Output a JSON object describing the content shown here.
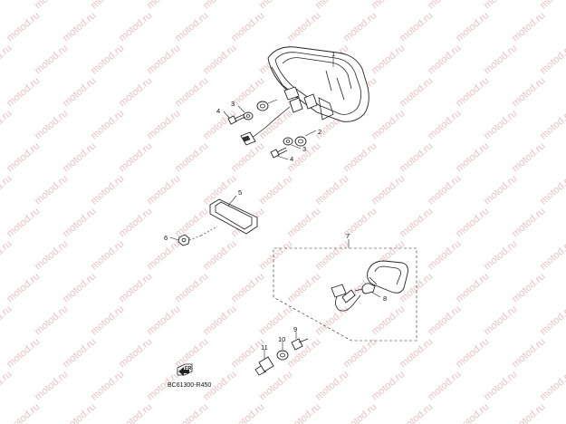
{
  "watermark": {
    "text": "motod.ru",
    "color": "#e7c3c3"
  },
  "callouts": [
    {
      "id": "callout-1",
      "label": "1"
    },
    {
      "id": "callout-2",
      "label": "2"
    },
    {
      "id": "callout-3a",
      "label": "3"
    },
    {
      "id": "callout-4a",
      "label": "4"
    },
    {
      "id": "callout-3b",
      "label": "3"
    },
    {
      "id": "callout-4b",
      "label": "4"
    },
    {
      "id": "callout-5",
      "label": "5"
    },
    {
      "id": "callout-6",
      "label": "6"
    },
    {
      "id": "callout-7",
      "label": "7"
    },
    {
      "id": "callout-8",
      "label": "8"
    },
    {
      "id": "callout-9",
      "label": "9"
    },
    {
      "id": "callout-10",
      "label": "10"
    },
    {
      "id": "callout-11",
      "label": "11"
    }
  ],
  "front_indicator": {
    "text": "FR.",
    "icon": "front-direction-arrow-icon"
  },
  "diagram_code": "BC61300-R450"
}
